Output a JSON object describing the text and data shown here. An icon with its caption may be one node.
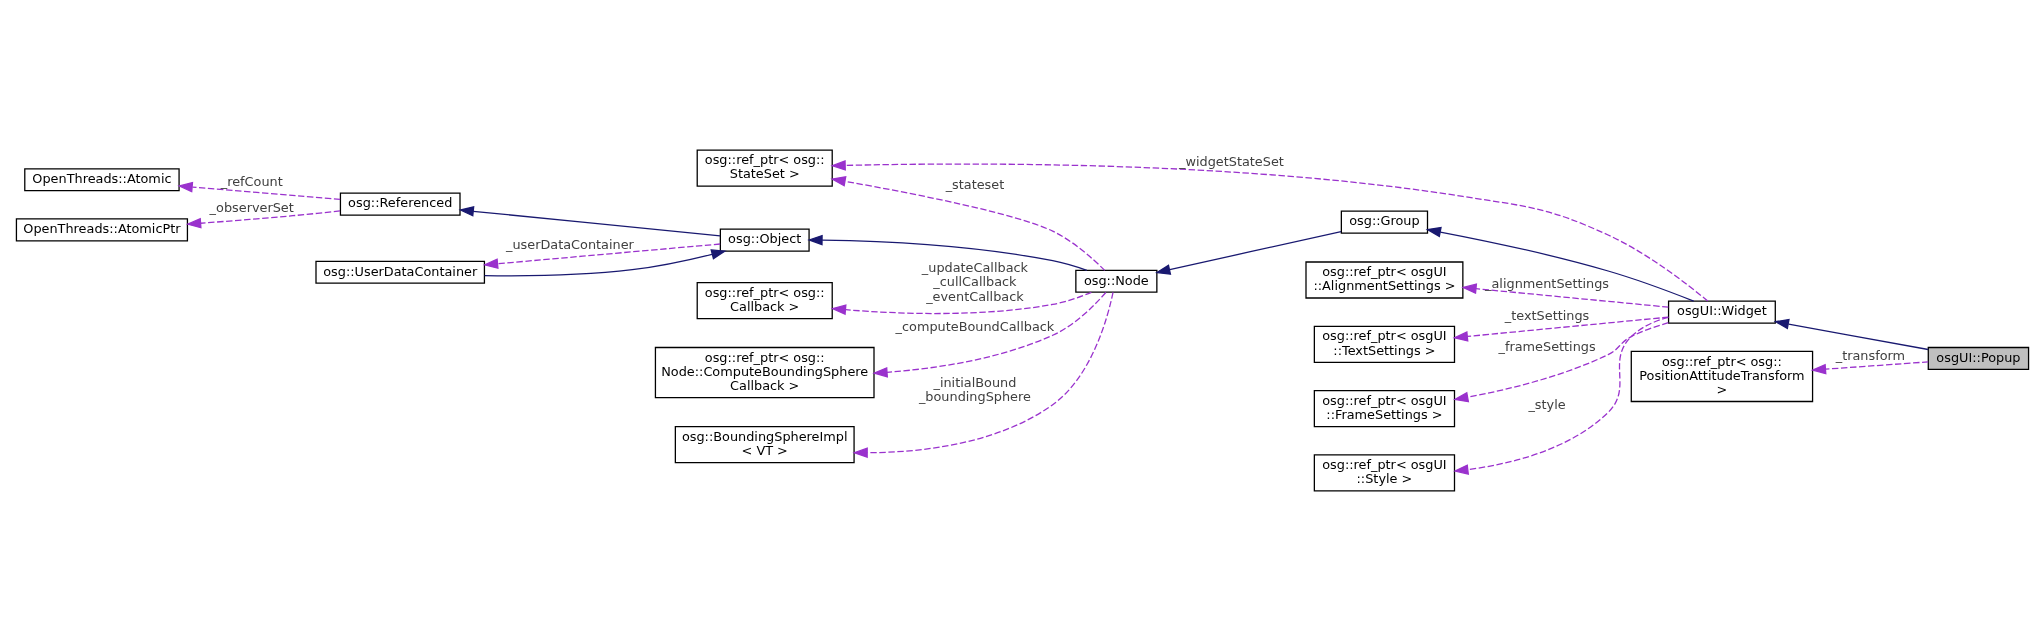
{
  "diagram": {
    "nodes": [
      {
        "text": [
          "OpenThreads::Atomic"
        ]
      },
      {
        "text": [
          "OpenThreads::AtomicPtr"
        ]
      },
      {
        "text": [
          "osg::Referenced"
        ]
      },
      {
        "text": [
          "osg::Object"
        ]
      },
      {
        "text": [
          "osg::UserDataContainer"
        ]
      },
      {
        "text": [
          "osg::ref_ptr< osg:: Callback >"
        ]
      },
      {
        "text": [
          "osg::ref_ptr< osg:: Node::ComputeBoundingSphere Callback >"
        ]
      },
      {
        "text": [
          "osg::BoundingSphereImpl < VT >"
        ]
      },
      {
        "text": [
          "osg::ref_ptr< osg:: StateSet >"
        ]
      },
      {
        "text": [
          "osg::Node"
        ]
      },
      {
        "text": [
          "osg::Group"
        ]
      },
      {
        "text": [
          "osg::ref_ptr< osgUI ::AlignmentSettings >"
        ]
      },
      {
        "text": [
          "osg::ref_ptr< osgUI ::TextSettings >"
        ]
      },
      {
        "text": [
          "osg::ref_ptr< osgUI ::FrameSettings >"
        ]
      },
      {
        "text": [
          "osg::ref_ptr< osgUI ::Style >"
        ]
      },
      {
        "text": [
          "osgUI::Widget"
        ]
      },
      {
        "text": [
          "osg::ref_ptr< osg:: PositionAttitudeTransform >"
        ]
      },
      {
        "text": [
          "osgUI::Popup"
        ]
      }
    ],
    "edges": [
      {
        "from": 2,
        "to": 0,
        "arrow": "to",
        "label": "_refCount",
        "style": "dashed",
        "color": "#9a32cd"
      },
      {
        "from": 2,
        "to": 1,
        "arrow": "to",
        "label": "_observerSet",
        "style": "dashed",
        "color": "#9a32cd"
      },
      {
        "from": 3,
        "to": 2,
        "arrow": "to",
        "color": "#191970"
      },
      {
        "from": 4,
        "to": 3,
        "arrow": "to",
        "color": "#191970"
      },
      {
        "from": 3,
        "to": 4,
        "arrow": "to",
        "label": "_userDataContainer",
        "style": "dashed",
        "color": "#9a32cd"
      },
      {
        "from": 9,
        "to": 3,
        "arrow": "to",
        "color": "#191970"
      },
      {
        "from": 9,
        "to": 5,
        "arrow": "to",
        "label": "_updateCallback _cullCallback _eventCallback",
        "style": "dashed",
        "color": "#9a32cd"
      },
      {
        "from": 9,
        "to": 6,
        "arrow": "to",
        "label": "_computeBoundCallback",
        "style": "dashed",
        "color": "#9a32cd"
      },
      {
        "from": 9,
        "to": 7,
        "arrow": "to",
        "label": "_initialBound _boundingSphere",
        "style": "dashed",
        "color": "#9a32cd"
      },
      {
        "from": 9,
        "to": 8,
        "arrow": "to",
        "label": "_stateset",
        "style": "dashed",
        "color": "#9a32cd"
      },
      {
        "from": 10,
        "to": 9,
        "arrow": "to",
        "color": "#191970"
      },
      {
        "from": 15,
        "to": 10,
        "arrow": "to",
        "color": "#191970"
      },
      {
        "from": 15,
        "to": 8,
        "arrow": "to",
        "label": "_widgetStateSet",
        "style": "dashed",
        "color": "#9a32cd"
      },
      {
        "from": 15,
        "to": 11,
        "arrow": "to",
        "label": "_alignmentSettings",
        "style": "dashed",
        "color": "#9a32cd"
      },
      {
        "from": 15,
        "to": 12,
        "arrow": "to",
        "label": "_textSettings",
        "style": "dashed",
        "color": "#9a32cd"
      },
      {
        "from": 15,
        "to": 13,
        "arrow": "to",
        "label": "_frameSettings",
        "style": "dashed",
        "color": "#9a32cd"
      },
      {
        "from": 15,
        "to": 14,
        "arrow": "to",
        "label": "_style",
        "style": "dashed",
        "color": "#9a32cd"
      },
      {
        "from": 17,
        "to": 15,
        "arrow": "to",
        "color": "#191970"
      },
      {
        "from": 17,
        "to": 16,
        "arrow": "to",
        "label": "_transform",
        "style": "dashed",
        "color": "#9a32cd"
      }
    ]
  }
}
